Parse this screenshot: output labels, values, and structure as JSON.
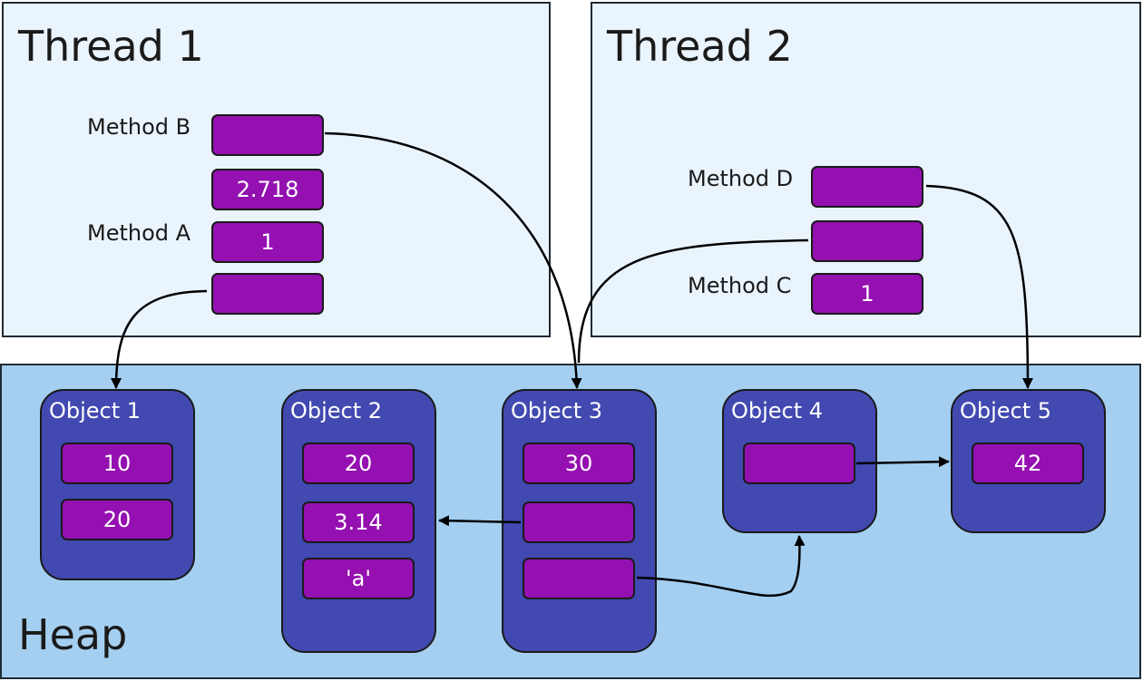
{
  "thread1": {
    "title": "Thread 1",
    "method_b_label": "Method B",
    "method_a_label": "Method A",
    "values": [
      "",
      "2.718",
      "1",
      ""
    ]
  },
  "thread2": {
    "title": "Thread 2",
    "method_d_label": "Method D",
    "method_c_label": "Method C",
    "values": [
      "",
      "",
      "1"
    ]
  },
  "heap": {
    "title": "Heap",
    "objects": [
      {
        "title": "Object 1",
        "values": [
          "10",
          "20"
        ]
      },
      {
        "title": "Object 2",
        "values": [
          "20",
          "3.14",
          "'a'"
        ]
      },
      {
        "title": "Object 3",
        "values": [
          "30",
          "",
          ""
        ]
      },
      {
        "title": "Object 4",
        "values": [
          ""
        ]
      },
      {
        "title": "Object 5",
        "values": [
          "42"
        ]
      }
    ]
  },
  "colors": {
    "thread_bg": "#eaf4fd",
    "heap_bg": "#a4cff0",
    "object_fill": "#4249b0",
    "cell_fill": "#9410b0"
  }
}
